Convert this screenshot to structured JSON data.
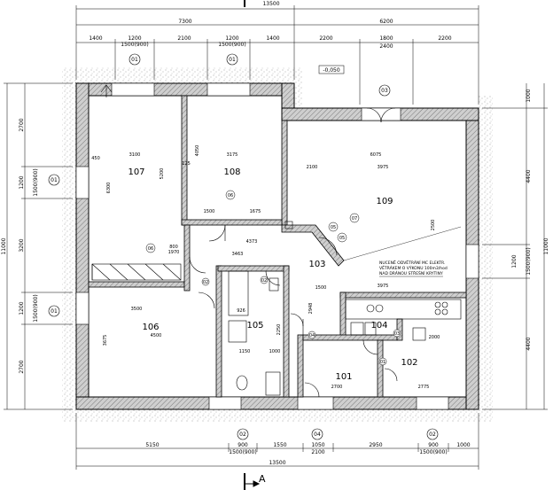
{
  "section_marker": {
    "letter": "A",
    "top_value": "13500"
  },
  "level_tag": "-0,050",
  "rooms": {
    "r107": "107",
    "r108": "108",
    "r109": "109",
    "r103": "103",
    "r106": "106",
    "r105": "105",
    "r104": "104",
    "r101": "101",
    "r102": "102"
  },
  "window_tags": {
    "w01": "01",
    "w02": "02",
    "w03": "03",
    "w04": "04"
  },
  "door_tags": {
    "d01": "01",
    "d02": "02",
    "d03": "03",
    "d04": "04",
    "d05": "05",
    "d06": "06",
    "d07": "07"
  },
  "top_dims": {
    "total": "13500",
    "seg1": "7300",
    "seg2": "6200",
    "a1": "1400",
    "a2": "1200",
    "a2b": "1500(900)",
    "a3": "2100",
    "a4": "1200",
    "a4b": "1500(900)",
    "a5": "1400",
    "b1": "2200",
    "b2": "1800",
    "b2b": "2400",
    "b3": "2200"
  },
  "bottom_dims": {
    "total": "13500",
    "c1": "5150",
    "c2": "900",
    "c2b": "1500(900)",
    "c3": "1550",
    "c4": "1050",
    "c4b": "2100",
    "c5": "2950",
    "c6": "900",
    "c6b": "1500(900)",
    "c7": "1000"
  },
  "left_dims": {
    "total": "11000",
    "l1": "2700",
    "l2": "1200",
    "l2b": "1500(900)",
    "l3": "3200",
    "l4": "1200",
    "l4b": "1500(900)",
    "l5": "2700"
  },
  "right_dims": {
    "total": "11000",
    "r1": "1000",
    "r2": "4400",
    "r3": "1200",
    "r3b": "1500(900)",
    "r4": "4400"
  },
  "inner_dims": {
    "d3100": "3100",
    "d3175": "3175",
    "d6075": "6075",
    "d2100": "2100",
    "d3975": "3975",
    "d3975b": "3975",
    "d5200": "5200",
    "d6300": "6300",
    "d4050": "4050",
    "d2500": "2500",
    "d1500": "1500",
    "d1675": "1675",
    "d4373": "4373",
    "d3463": "3463",
    "d3500": "3500",
    "d4500": "4500",
    "d3675": "3675",
    "d926": "926",
    "d2250": "2250",
    "d1150": "1150",
    "d1000": "1000",
    "d2700": "2700",
    "d2775": "2775",
    "d2000": "2000",
    "d1500b": "1500",
    "d2948": "2948",
    "d125": "125",
    "d450": "450",
    "d1970": "1970",
    "d800": "800"
  },
  "note_lines": [
    "NUCENĚ ODVĚTRÁNÍ MC ELEKTR.",
    "VĚTRÁKEM O VÝKONU 100m3/hod",
    "NAD DRÁNOU STŘEŠNÍ KRYTINY"
  ]
}
